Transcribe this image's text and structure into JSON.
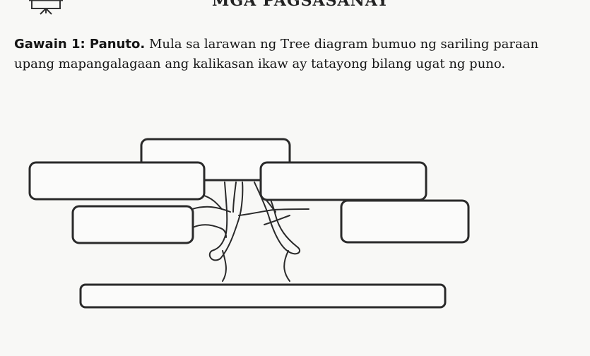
{
  "header": {
    "title": "MGA PAGSASANAY",
    "icon": "presentation-board-icon"
  },
  "instructions": {
    "label": "Gawain 1: Panuto.",
    "text": "Mula sa larawan ng Tree diagram bumuo ng sariling paraan upang mapangalagaan ang kalikasan ikaw ay tatayong bilang ugat ng puno."
  },
  "diagram": {
    "boxes": [
      "",
      "",
      "",
      "",
      "",
      ""
    ]
  }
}
